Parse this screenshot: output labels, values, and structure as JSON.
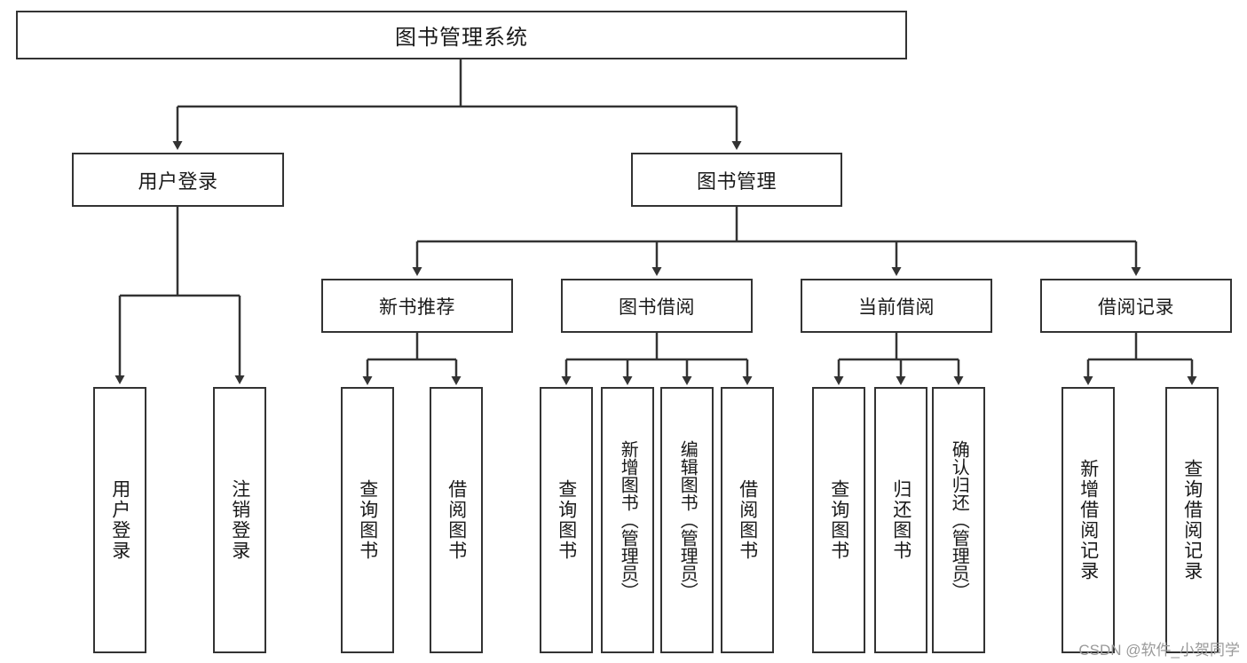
{
  "diagram": {
    "title": "图书管理系统",
    "type": "tree-hierarchy-diagram",
    "colors": {
      "stroke": "#333333",
      "fill": "#ffffff",
      "text": "#1a1a1a",
      "watermark": "#9a9a9a"
    },
    "root": {
      "label": "图书管理系统"
    },
    "level2": [
      {
        "label": "用户登录"
      },
      {
        "label": "图书管理"
      }
    ],
    "level3": [
      {
        "label": "新书推荐"
      },
      {
        "label": "图书借阅"
      },
      {
        "label": "当前借阅"
      },
      {
        "label": "借阅记录"
      }
    ],
    "leaves": {
      "user_login": [
        {
          "label": "用户登录"
        },
        {
          "label": "注销登录"
        }
      ],
      "new_book_recommend": [
        {
          "label": "查询图书"
        },
        {
          "label": "借阅图书"
        }
      ],
      "book_borrow": [
        {
          "label": "查询图书"
        },
        {
          "label": "新增图书（管理员）"
        },
        {
          "label": "编辑图书（管理员）"
        },
        {
          "label": "借阅图书"
        }
      ],
      "current_borrow": [
        {
          "label": "查询图书"
        },
        {
          "label": "归还图书"
        },
        {
          "label": "确认归还（管理员）"
        }
      ],
      "borrow_records": [
        {
          "label": "新增借阅记录"
        },
        {
          "label": "查询借阅记录"
        }
      ]
    },
    "watermark": "CSDN @软件_小贺同学"
  }
}
